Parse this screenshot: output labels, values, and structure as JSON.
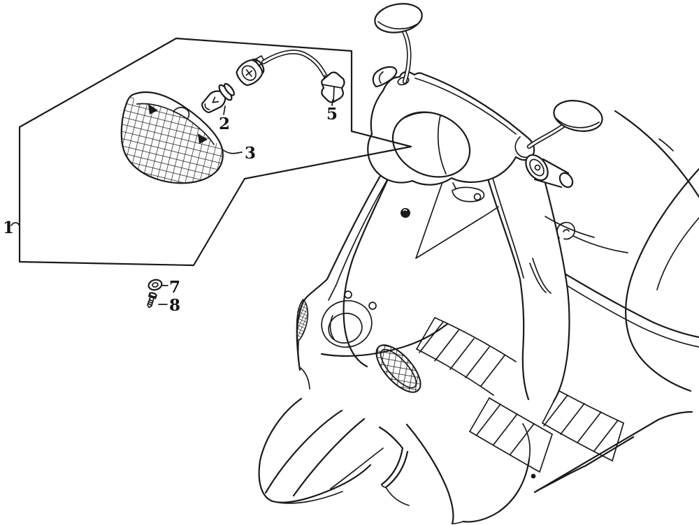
{
  "figure": {
    "type": "exploded-parts-diagram",
    "subject": "Scooter front headlight assembly exploded view with scooter line art",
    "style": "black line art on white"
  },
  "palette": {
    "background": "#ffffff",
    "line": "#1a1a1a"
  },
  "callouts": [
    {
      "label": "1",
      "depicts": "headlight-assembly-boundary"
    },
    {
      "label": "2",
      "depicts": "headlight-bulb"
    },
    {
      "label": "3",
      "depicts": "headlight-lens-unit"
    },
    {
      "label": "5",
      "depicts": "socket-cord-connector"
    },
    {
      "label": "7",
      "depicts": "washer"
    },
    {
      "label": "8",
      "depicts": "screw"
    }
  ]
}
